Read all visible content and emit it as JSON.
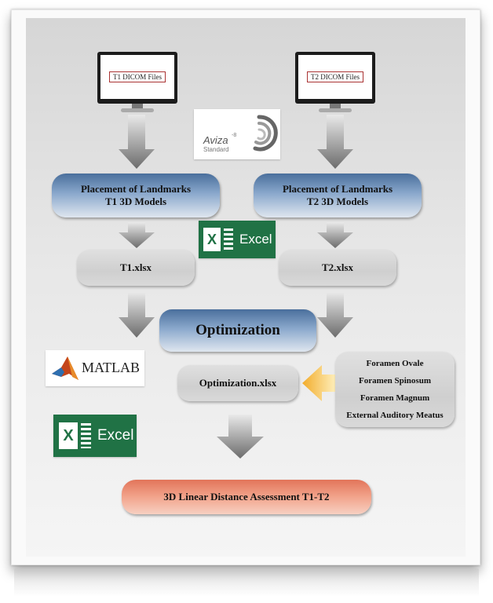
{
  "monitors": {
    "t1_label": "T1 DICOM Files",
    "t2_label": "T2 DICOM Files"
  },
  "logos": {
    "aviza_name": "Aviza",
    "aviza_superscript": "-8",
    "aviza_edition": "Standard",
    "excel_word": "Excel",
    "excel_letter": "X",
    "matlab_word": "MATLAB"
  },
  "steps": {
    "placement_t1_line1": "Placement of Landmarks",
    "placement_t1_line2": "T1 3D Models",
    "placement_t2_line1": "Placement of Landmarks",
    "placement_t2_line2": "T2 3D Models",
    "t1_file": "T1.xlsx",
    "t2_file": "T2.xlsx",
    "optimization": "Optimization",
    "optimization_file": "Optimization.xlsx",
    "assessment": "3D Linear Distance Assessment T1-T2"
  },
  "landmarks": [
    "Foramen Ovale",
    "Foramen Spinosum",
    "Foramen Magnum",
    "External Auditory Meatus"
  ],
  "colors": {
    "excel_green": "#207245",
    "blue_pill": "#4a6f9c",
    "red_pill": "#e2755a",
    "yellow_arrow": "#f5b83a",
    "gray_arrow": "#777777"
  }
}
